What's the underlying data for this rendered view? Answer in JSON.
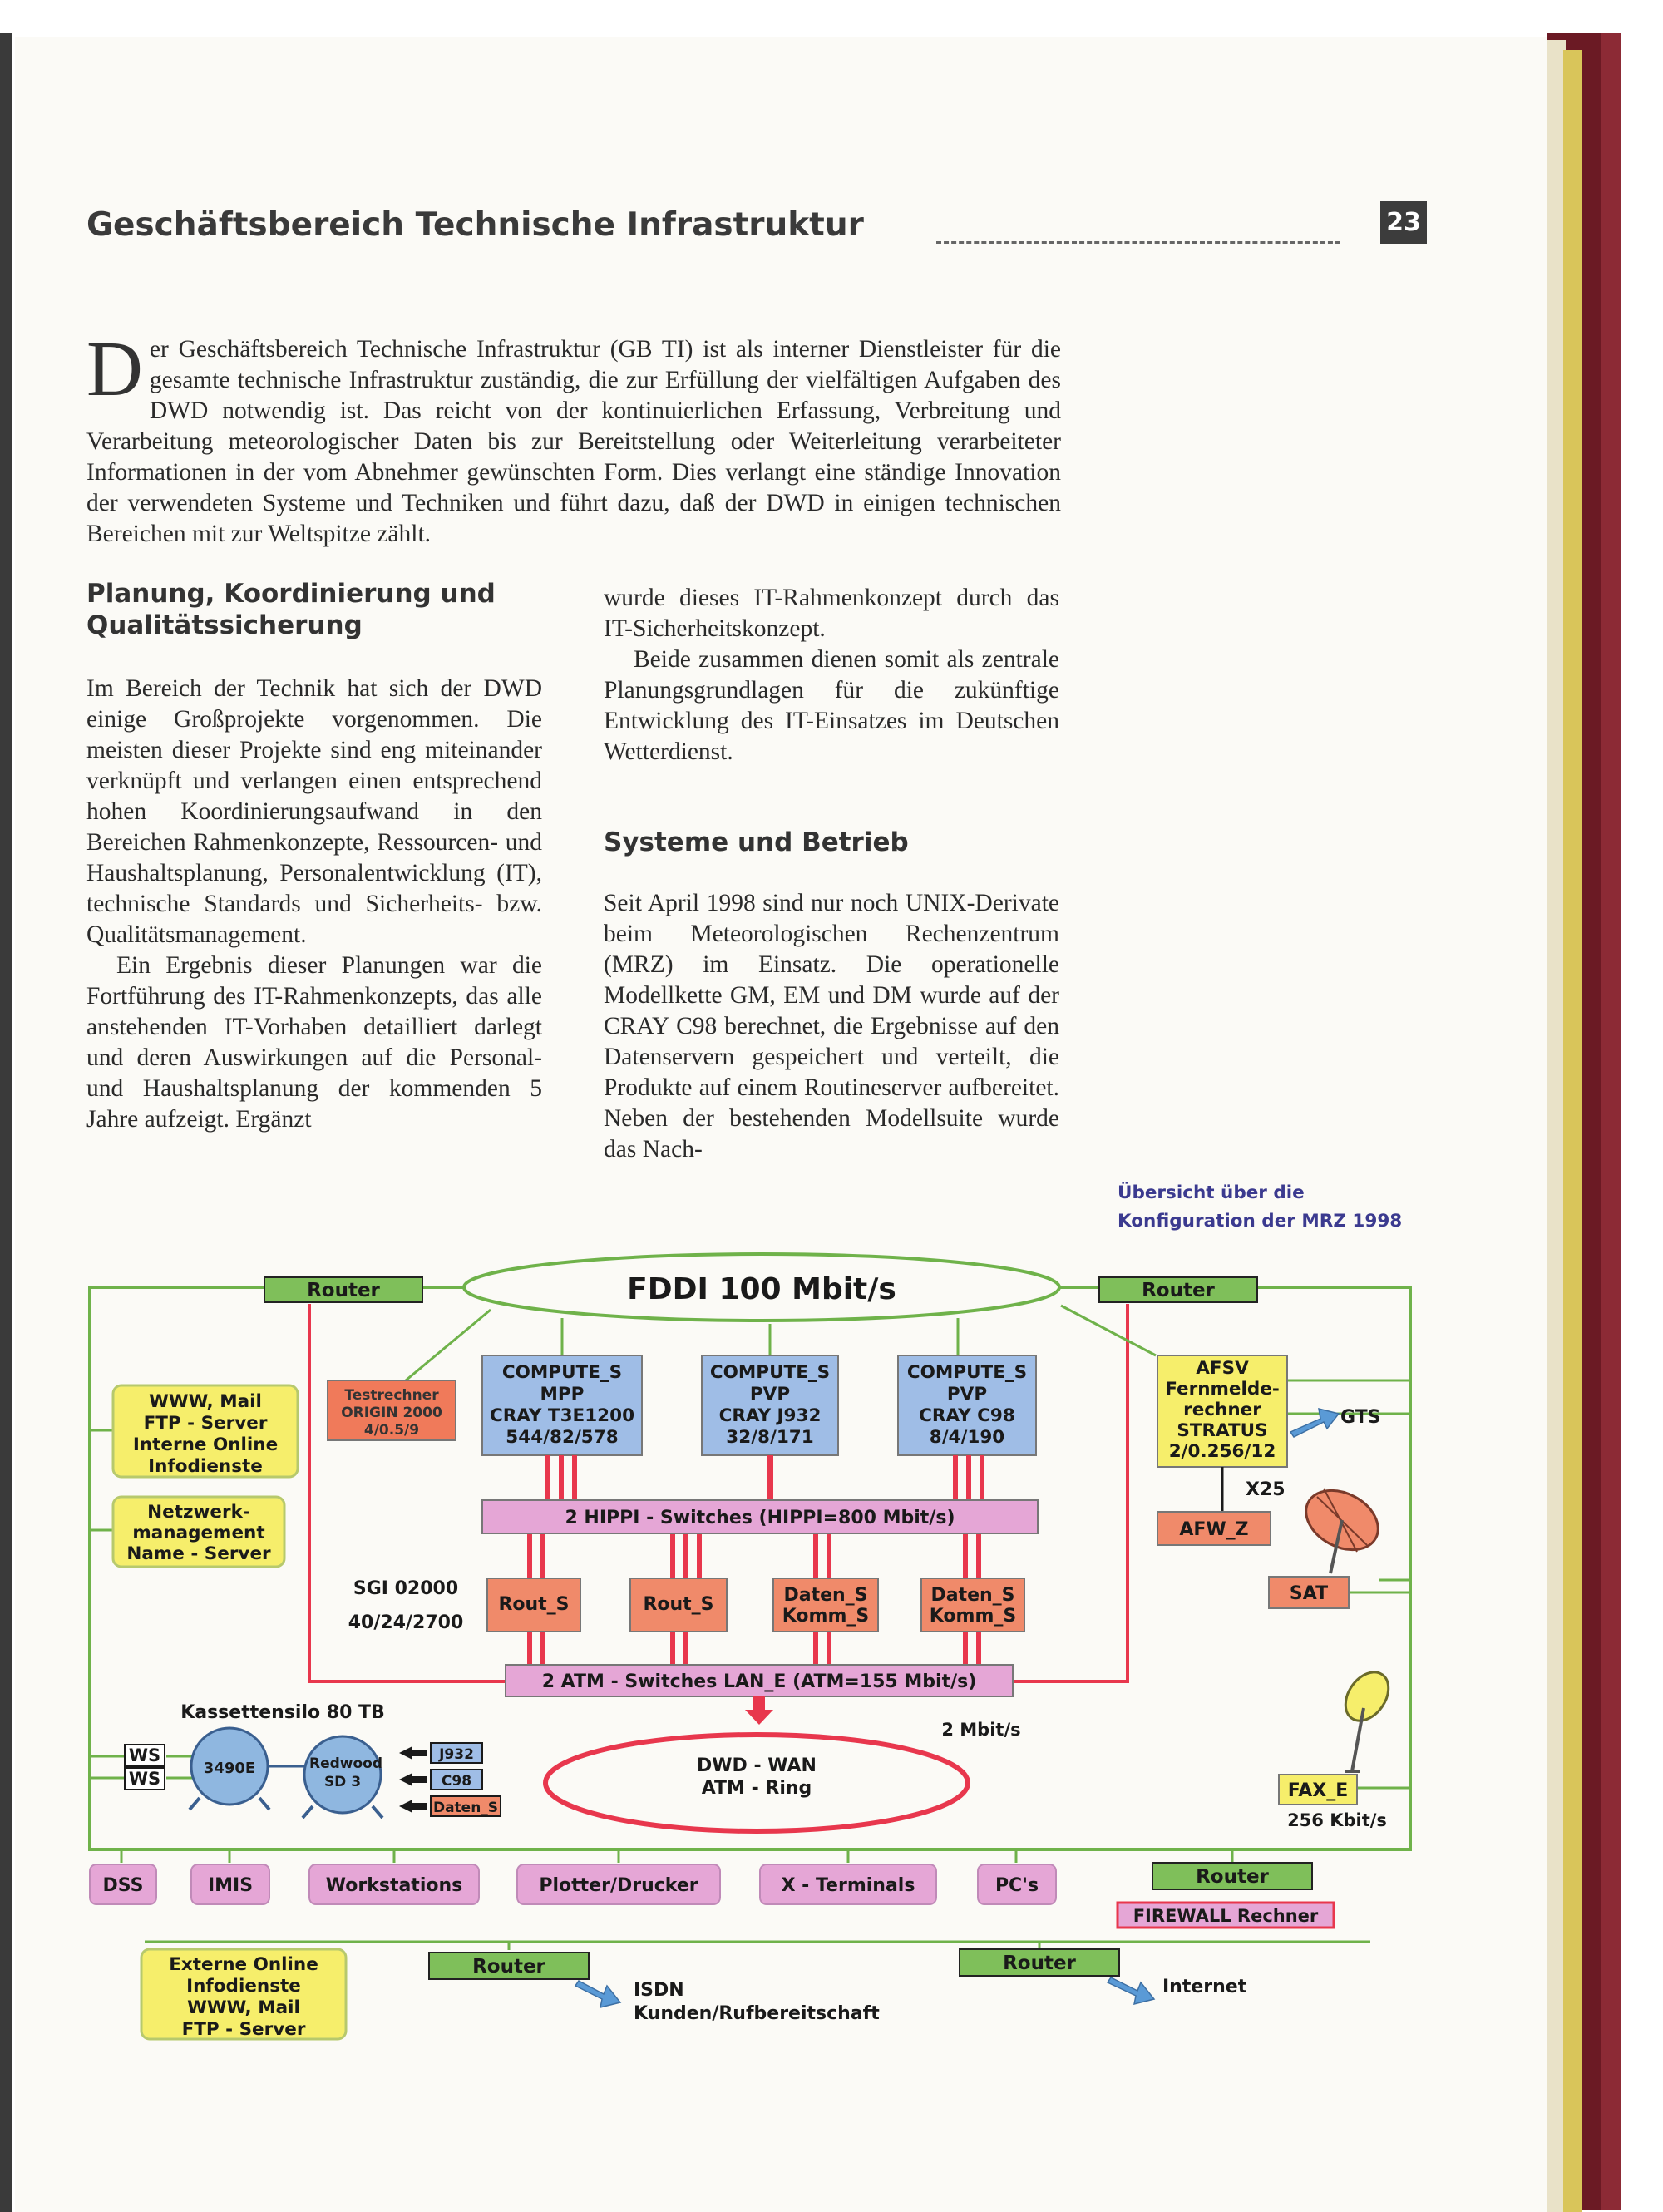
{
  "page": {
    "number": "23",
    "header_title": "Geschäftsbereich Technische Infrastruktur"
  },
  "intro": {
    "drop_cap": "D",
    "text": "er Geschäftsbereich Technische Infrastruktur (GB TI) ist als interner Dienstleister für die gesamte technische Infrastruktur zuständig, die zur Erfüllung der vielfältigen Aufgaben des DWD notwendig ist. Das reicht von der kontinuierlichen Erfassung, Verbreitung und Verarbeitung meteorologischer Daten bis zur Bereitstellung oder Weiterleitung verarbeiteter Informationen in der vom Abnehmer gewünschten Form. Dies verlangt eine ständige Innovation der verwendeten Systeme und Techniken und führt dazu, daß der DWD in einigen technischen Bereichen mit zur Weltspitze zählt."
  },
  "section1": {
    "heading_line1": "Planung, Koordinierung und",
    "heading_line2": "Qualitätssicherung",
    "p1": "Im Bereich der Technik hat sich der DWD einige Großprojekte vorgenommen. Die meisten dieser Projekte sind eng miteinander verknüpft und verlangen einen entsprechend hohen Koordinierungsaufwand in den Bereichen Rahmenkonzepte, Ressourcen- und Haushaltsplanung, Personalentwicklung (IT), technische Standards und Sicherheits- bzw. Qualitätsmanagement.",
    "p2": "Ein Ergebnis dieser Planungen war die Fortführung des IT-Rahmenkonzepts, das alle anstehenden IT-Vorhaben detailliert darlegt und deren Auswirkungen auf die Personal- und Haushaltsplanung der kommenden 5 Jahre aufzeigt. Ergänzt"
  },
  "col2": {
    "p1": "wurde dieses IT-Rahmenkonzept durch das IT-Sicherheitskonzept.",
    "p2": "Beide zusammen dienen somit als zentrale Planungsgrundlagen für die zukünftige Entwicklung des IT-Einsatzes im Deutschen Wetterdienst."
  },
  "section2": {
    "heading": "Systeme und Betrieb",
    "p1": "Seit April 1998 sind nur noch UNIX-Derivate beim Meteorologischen Rechenzentrum (MRZ) im Einsatz. Die operationelle Modellkette GM, EM und DM wurde auf der CRAY C98 berechnet, die Ergebnisse auf den Datenservern gespeichert und verteilt, die Produkte auf einem Routineserver aufbereitet. Neben der bestehenden Modellsuite wurde das Nach-"
  },
  "figure": {
    "caption_line1": "Übersicht über die",
    "caption_line2": "Konfiguration der MRZ 1998",
    "fddi": "FDDI 100 Mbit/s",
    "router": "Router",
    "testrechner": [
      "Testrechner",
      "ORIGIN 2000",
      "4/0.5/9"
    ],
    "compute": [
      [
        "COMPUTE_S",
        "MPP",
        "CRAY T3E1200",
        "544/82/578"
      ],
      [
        "COMPUTE_S",
        "PVP",
        "CRAY J932",
        "32/8/171"
      ],
      [
        "COMPUTE_S",
        "PVP",
        "CRAY C98",
        "8/4/190"
      ]
    ],
    "www_box": [
      "WWW, Mail",
      "FTP - Server",
      "Interne Online",
      "Infodienste"
    ],
    "netz_box": [
      "Netzwerk-",
      "management",
      "Name - Server"
    ],
    "afsv": [
      "AFSV",
      "Fernmelde-",
      "rechner",
      "STRATUS",
      "2/0.256/12"
    ],
    "gts": "GTS",
    "x25": "X25",
    "afw": "AFW_Z",
    "sat": "SAT",
    "hippi": "2 HIPPI - Switches (HIPPI=800 Mbit/s)",
    "sgi": [
      "SGI 02000",
      "40/24/2700"
    ],
    "servers": [
      [
        "Rout_S"
      ],
      [
        "Rout_S"
      ],
      [
        "Daten_S",
        "Komm_S"
      ],
      [
        "Daten_S",
        "Komm_S"
      ]
    ],
    "atm": "2 ATM - Switches LAN_E (ATM=155 Mbit/s)",
    "kassetten": "Kassettensilo 80 TB",
    "ws": "WS",
    "silo1": "3490E",
    "silo2": [
      "Redwood",
      "SD 3"
    ],
    "small": [
      "J932",
      "C98",
      "Daten_S"
    ],
    "wan": [
      "DWD - WAN",
      "ATM - Ring"
    ],
    "mbit2": "2 Mbit/s",
    "fax": "FAX_E",
    "kbit": "256 Kbit/s",
    "bottom_row": [
      "DSS",
      "IMIS",
      "Workstations",
      "Plotter/Drucker",
      "X - Terminals",
      "PC's"
    ],
    "firewall": "FIREWALL Rechner",
    "externe": [
      "Externe Online",
      "Infodienste",
      "WWW, Mail",
      "FTP - Server"
    ],
    "isdn": [
      "ISDN",
      "Kunden/Rufbereitschaft"
    ],
    "internet": "Internet"
  },
  "colors": {
    "green_frame": "#6fb24a",
    "yellow": "#f6ee6b",
    "blue": "#9fbde6",
    "salmon": "#f08a6a",
    "pink": "#e5a6d6",
    "red": "#e8374d",
    "binding": "#6b1a24"
  }
}
